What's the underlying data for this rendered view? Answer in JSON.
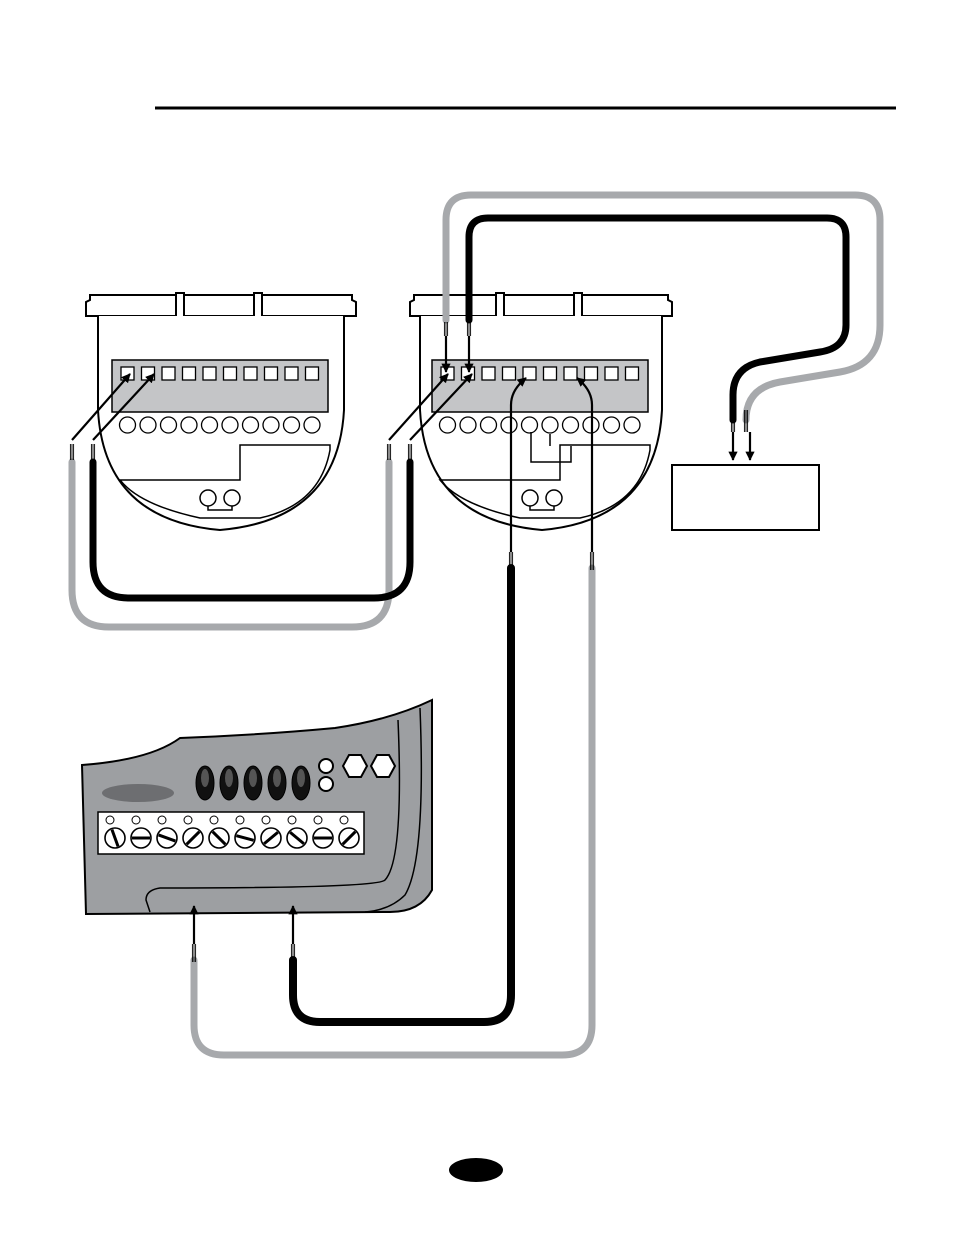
{
  "page": {
    "colors": {
      "background": "#ffffff",
      "ink": "#000000",
      "wire_black": "#000000",
      "wire_gray": "#a7a9ac",
      "module_fill": "#9d9fa2",
      "terminal_strip": "#c4c5c7",
      "page_badge": "#000000"
    }
  },
  "diagram": {
    "components": [
      {
        "id": "sensor-left",
        "kind": "sensor-housing",
        "terminals_top": 10,
        "terminals_bottom": 10
      },
      {
        "id": "sensor-right",
        "kind": "sensor-housing",
        "terminals_top": 10,
        "terminals_bottom": 10
      },
      {
        "id": "power-box",
        "kind": "rectangular-box"
      },
      {
        "id": "control-module",
        "kind": "control-panel",
        "leds": 5,
        "screw_terminals": 10
      }
    ],
    "wires": [
      {
        "id": "left-pair-black",
        "color": "black",
        "from": "sensor-left",
        "to": "sensor-right"
      },
      {
        "id": "left-pair-gray",
        "color": "gray",
        "from": "sensor-left",
        "to": "sensor-right"
      },
      {
        "id": "top-loop-black",
        "color": "black",
        "from": "sensor-right",
        "to": "power-box"
      },
      {
        "id": "top-loop-gray",
        "color": "gray",
        "from": "sensor-right",
        "to": "power-box"
      },
      {
        "id": "module-black",
        "color": "black",
        "from": "sensor-right",
        "to": "control-module"
      },
      {
        "id": "module-gray",
        "color": "gray",
        "from": "sensor-right",
        "to": "control-module"
      }
    ]
  }
}
